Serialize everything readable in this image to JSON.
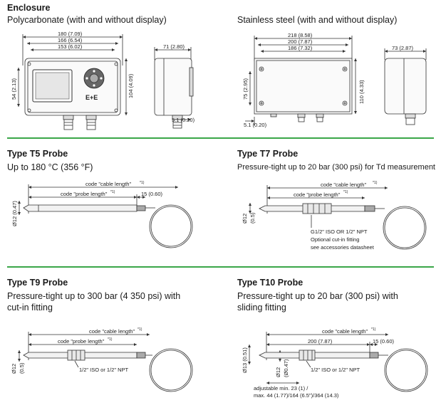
{
  "enclosure": {
    "title": "Enclosure",
    "left_caption": "Polycarbonate (with and without display)",
    "right_caption": "Stainless steel (with and without display)",
    "poly": {
      "width_outer": "180 (7.09)",
      "width_mid": "166 (6.54)",
      "width_inner": "153 (6.02)",
      "height_left": "54 (2.13)",
      "height_right": "104 (4.09)",
      "depth": "71 (2.80)",
      "offset": "5.1 (0.20)",
      "logo": "E+E"
    },
    "steel": {
      "width_outer": "218 (8.58)",
      "width_mid": "200 (7.87)",
      "width_inner": "186 (7.32)",
      "height_left": "75 (2.95)",
      "height_right": "110 (4.33)",
      "depth": "73 (2.87)",
      "offset": "5.1 (0.20)"
    }
  },
  "t5": {
    "title": "Type T5 Probe",
    "caption": "Up to 180 °C (356 °F)",
    "cable_length": "code \"cable length\"",
    "probe_length": "code \"probe length\"",
    "footnote": "*1)",
    "tip": "15 (0.60)",
    "diameter": "Ø12 (0.47)"
  },
  "t7": {
    "title": "Type T7 Probe",
    "caption": "Pressure-tight up to 20 bar (300 psi) for Td measurement",
    "cable_length": "code \"cable length\"",
    "probe_length": "code \"probe length\"",
    "footnote": "*1)",
    "diameter": "Ø12",
    "diameter_in": "(0.5)",
    "fitting_line1": "G1/2\" ISO OR 1/2\" NPT",
    "fitting_line2": "Optional cut-in fitting",
    "fitting_line3": "see accessories datasheet"
  },
  "t9": {
    "title": "Type T9 Probe",
    "caption_line1": "Pressure-tight up to 300 bar (4 350 psi) with",
    "caption_line2": "cut-in fitting",
    "cable_length": "code \"cable length\"",
    "probe_length": "code \"probe length\"",
    "footnote": "*1)",
    "diameter": "Ø12",
    "diameter_in": "(0.5)",
    "fitting": "1/2\" ISO or 1/2\" NPT"
  },
  "t10": {
    "title": "Type T10 Probe",
    "caption_line1": "Pressure-tight up to 20 bar (300 psi) with",
    "caption_line2": "sliding fitting",
    "cable_length": "code \"cable length\"",
    "footnote": "*1)",
    "length": "200 (7.87)",
    "tip": "15 (0.60)",
    "diameter_outer": "Ø13 (0.51)",
    "diameter": "Ø12",
    "diameter_in": "(Ø0.47)",
    "fitting": "1/2\" ISO or 1/2\" NPT",
    "adjust_line1": "adjustable min. 23 (1) /",
    "adjust_line2": "max. 44 (1.77)/164 (6.5\")/364 (14.3)"
  }
}
